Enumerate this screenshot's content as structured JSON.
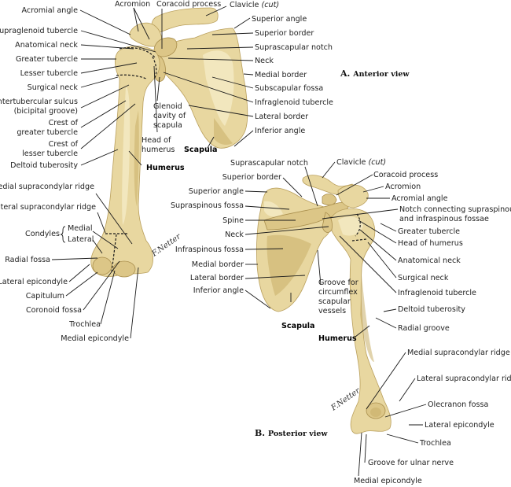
{
  "figure": {
    "anterior": {
      "title_letter": "A.",
      "title_text": "Anterior view",
      "bone_labels": {
        "scapula": "Scapula",
        "humerus": "Humerus"
      },
      "labels_left": [
        "Acromial angle",
        "Supraglenoid tubercle",
        "Anatomical neck",
        "Greater tubercle",
        "Lesser tubercle",
        "Surgical neck",
        "Intertubercular sulcus",
        "(bicipital groove)",
        "Crest of",
        "greater tubercle",
        "Crest of",
        "lesser tubercle",
        "Deltoid tuberosity",
        "Medial supracondylar ridge",
        "Lateral supracondylar ridge",
        "Condyles",
        "Medial",
        "Lateral",
        "Radial fossa",
        "Lateral epicondyle",
        "Capitulum",
        "Coronoid fossa",
        "Trochlea",
        "Medial epicondyle"
      ],
      "labels_top": [
        "Acromion",
        "Coracoid process",
        "Clavicle",
        "(cut)"
      ],
      "labels_right": [
        "Superior angle",
        "Superior border",
        "Suprascapular notch",
        "Neck",
        "Medial border",
        "Subscapular fossa",
        "Infraglenoid tubercle",
        "Lateral border",
        "Inferior angle"
      ],
      "labels_center": [
        "Glenoid",
        "cavity of",
        "scapula",
        "Head of",
        "humerus"
      ]
    },
    "posterior": {
      "title_letter": "B.",
      "title_text": "Posterior view",
      "bone_labels": {
        "scapula": "Scapula",
        "humerus": "Humerus"
      },
      "labels_left": [
        "Suprascapular notch",
        "Superior border",
        "Superior angle",
        "Supraspinous fossa",
        "Spine",
        "Neck",
        "Infraspinous fossa",
        "Medial border",
        "Lateral border",
        "Inferior angle"
      ],
      "labels_center": [
        "Groove for",
        "circumflex",
        "scapular",
        "vessels"
      ],
      "labels_right": [
        "Clavicle",
        "(cut)",
        "Coracoid process",
        "Acromion",
        "Acromial angle",
        "Notch connecting supraspinous",
        "and infraspinous fossae",
        "Greater tubercle",
        "Head of humerus",
        "Anatomical neck",
        "Surgical neck",
        "Infraglenoid tubercle",
        "Deltoid tuberosity",
        "Radial groove",
        "Medial supracondylar ridge",
        "Lateral supracondylar ridge",
        "Olecranon fossa",
        "Lateral epicondyle",
        "Trochlea",
        "Groove for ulnar nerve",
        "Medial epicondyle"
      ]
    },
    "signature": "F.Netter"
  }
}
